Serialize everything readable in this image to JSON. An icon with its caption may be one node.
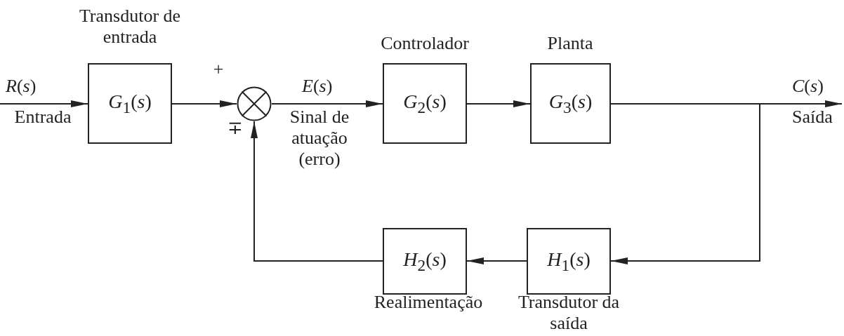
{
  "diagram": {
    "nodes": [
      {
        "text": [
          "Entrada"
        ]
      },
      {
        "text": [
          "Transdutor de entrada",
          "*G*$_{1}$(*s*)"
        ]
      },
      {
        "text": [],
        "shape": "circle"
      },
      {
        "text": [
          "Controlador",
          "*G*$_{2}$(*s*)"
        ]
      },
      {
        "text": [
          "Planta",
          "*G*$_{3}$(*s*)"
        ]
      },
      {
        "text": [
          "Saída"
        ]
      },
      {
        "text": [
          "*H*$_{1}$(*s*)",
          "Transdutor da saída"
        ]
      },
      {
        "text": [
          "*H*$_{2}$(*s*)",
          "Realimentação"
        ]
      }
    ],
    "edges": [
      {
        "from": 0,
        "to": 1,
        "arrow": "to",
        "label": "*R*(*s*)"
      },
      {
        "from": 1,
        "to": 2,
        "arrow": "to"
      },
      {
        "from": 2,
        "to": 3,
        "arrow": "to",
        "label": "*E*(*s*)"
      },
      {
        "from": 3,
        "to": 4,
        "arrow": "to"
      },
      {
        "from": 4,
        "to": 5,
        "arrow": "to",
        "label": "*C*(*s*)"
      },
      {
        "from": 4,
        "to": 6,
        "arrow": "to"
      },
      {
        "from": 6,
        "to": 7,
        "arrow": "to"
      },
      {
        "from": 7,
        "to": 2,
        "arrow": "to"
      }
    ],
    "labels": [
      "+",
      "Sinal de atuação (erro)",
      "∓"
    ]
  }
}
